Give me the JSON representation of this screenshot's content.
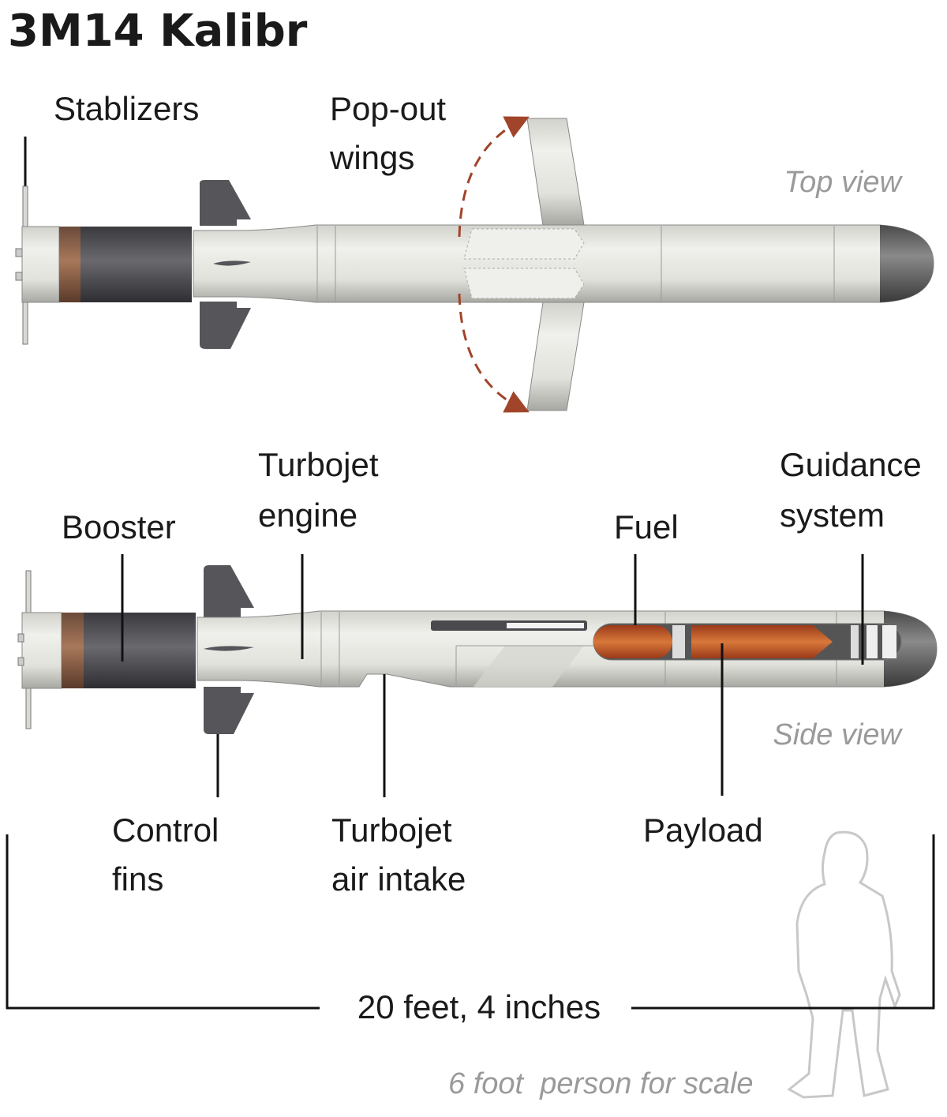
{
  "title": "3M14 Kalibr",
  "top_view": {
    "view_label": "Top view",
    "labels": {
      "stabilizers": "Stablizers",
      "wings_line1": "Pop-out",
      "wings_line2": "wings"
    }
  },
  "side_view": {
    "view_label": "Side view",
    "labels": {
      "booster": "Booster",
      "engine_line1": "Turbojet",
      "engine_line2": "engine",
      "fuel": "Fuel",
      "guidance_line1": "Guidance",
      "guidance_line2": "system",
      "fins_line1": "Control",
      "fins_line2": "fins",
      "intake_line1": "Turbojet",
      "intake_line2": "air intake",
      "payload": "Payload"
    }
  },
  "scale": {
    "length": "20 feet, 4 inches",
    "person_note": "6 foot  person for scale"
  },
  "colors": {
    "body": "#e4e4de",
    "booster": "#4a4a4e",
    "copper": "#9a6a4a",
    "fuel": "#c85a2a",
    "arrow": "#a0442a"
  }
}
